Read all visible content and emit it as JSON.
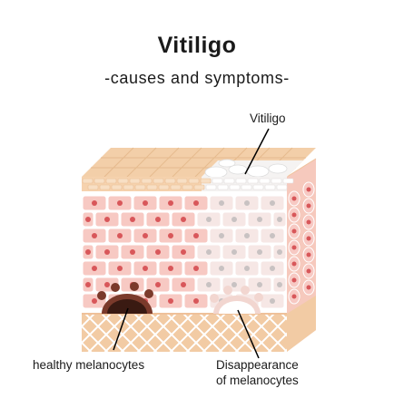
{
  "title": "Vitiligo",
  "subtitle": "-causes and symptoms-",
  "labels": {
    "vitiligo": "Vitiligo",
    "healthy": "healthy melanocytes",
    "disappearance_line1": "Disappearance",
    "disappearance_line2": "of melanocytes"
  },
  "colors": {
    "top_surface": "#f3cfa9",
    "top_grid": "#e6ba8e",
    "skin_cell": "#f7c9c3",
    "skin_nucleus": "#d8575a",
    "pale_cell": "#f6e7e5",
    "pale_nucleus": "#c8c2c2",
    "dermis_fill": "#f2cba4",
    "dermis_line": "#ffffff",
    "melanocyte_healthy": "#7b3a2b",
    "melanocyte_gone": "#f2d6d0"
  }
}
